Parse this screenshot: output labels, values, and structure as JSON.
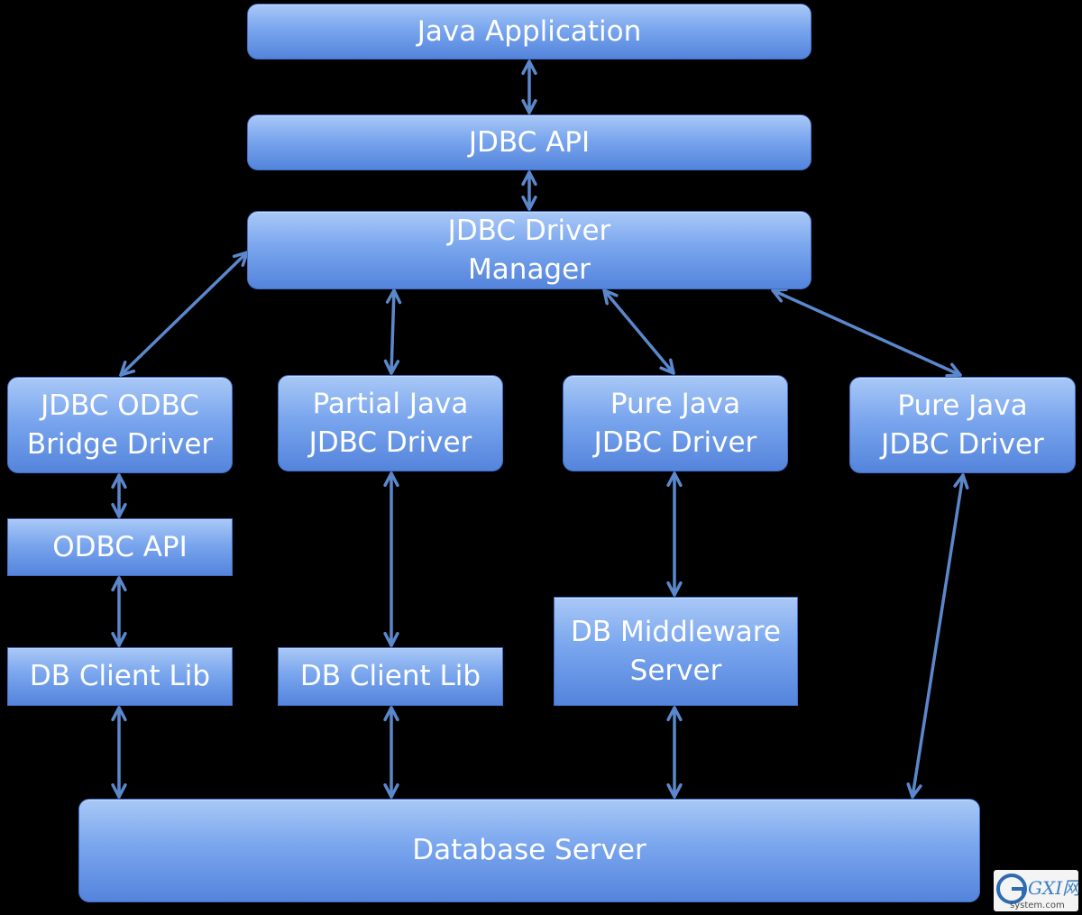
{
  "colors": {
    "background": "#000000",
    "box_top": "#a9c8f6",
    "box_bottom": "#5484dc",
    "arrow": "#5b87cc"
  },
  "boxes": {
    "java_application": "Java Application",
    "jdbc_api": "JDBC API",
    "driver_manager": "JDBC Driver\nManager",
    "odbc_bridge_driver": "JDBC ODBC\nBridge Driver",
    "partial_java_driver": "Partial Java\nJDBC Driver",
    "pure_java_driver_1": "Pure Java\nJDBC Driver",
    "pure_java_driver_2": "Pure Java\nJDBC Driver",
    "odbc_api": "ODBC API",
    "db_client_lib_1": "DB Client Lib",
    "db_client_lib_2": "DB Client Lib",
    "db_middleware_server": "DB Middleware\nServer",
    "database_server": "Database Server"
  },
  "connections": [
    [
      "java_application",
      "jdbc_api"
    ],
    [
      "jdbc_api",
      "driver_manager"
    ],
    [
      "driver_manager",
      "odbc_bridge_driver"
    ],
    [
      "driver_manager",
      "partial_java_driver"
    ],
    [
      "driver_manager",
      "pure_java_driver_1"
    ],
    [
      "driver_manager",
      "pure_java_driver_2"
    ],
    [
      "odbc_bridge_driver",
      "odbc_api"
    ],
    [
      "odbc_api",
      "db_client_lib_1"
    ],
    [
      "partial_java_driver",
      "db_client_lib_2"
    ],
    [
      "pure_java_driver_1",
      "db_middleware_server"
    ],
    [
      "db_client_lib_1",
      "database_server"
    ],
    [
      "db_client_lib_2",
      "database_server"
    ],
    [
      "db_middleware_server",
      "database_server"
    ],
    [
      "pure_java_driver_2",
      "database_server"
    ]
  ],
  "watermark": {
    "main": "GXI网",
    "sub": "system.com"
  }
}
